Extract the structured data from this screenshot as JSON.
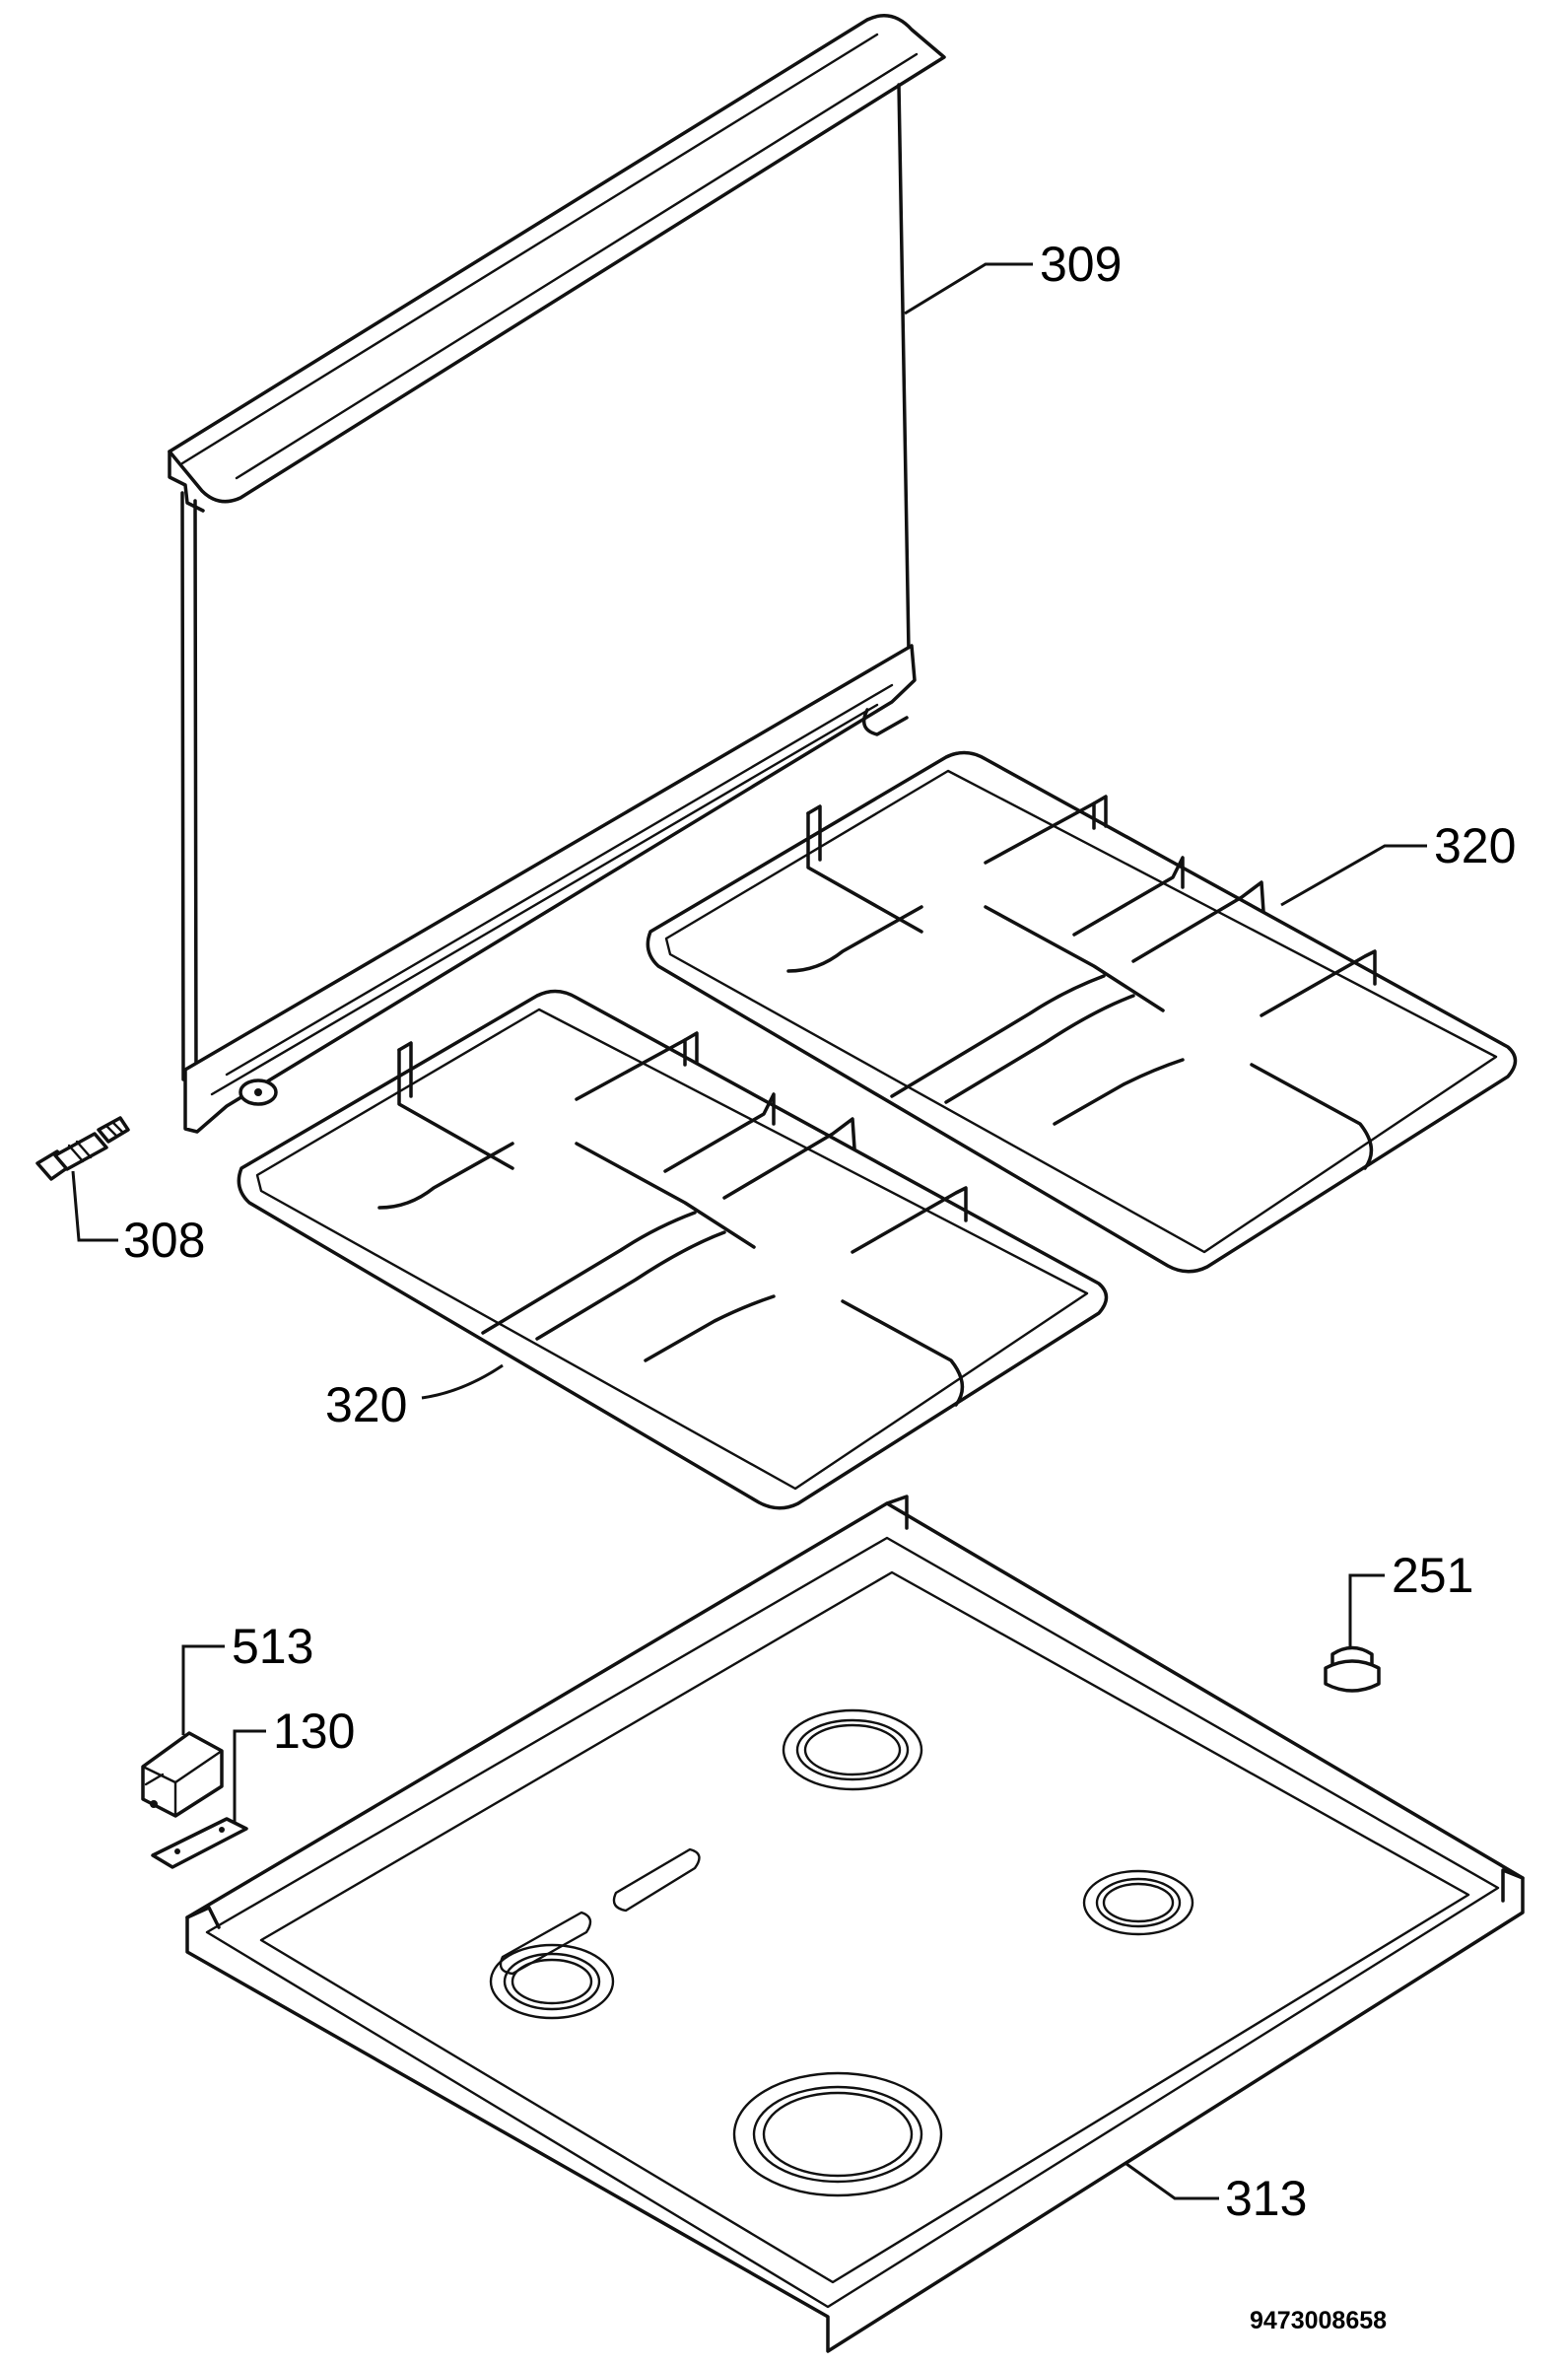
{
  "callouts": {
    "c309": "309",
    "c320_right": "320",
    "c308": "308",
    "c320_left": "320",
    "c251": "251",
    "c513": "513",
    "c130": "130",
    "c313": "313"
  },
  "document_number": "9473008658"
}
